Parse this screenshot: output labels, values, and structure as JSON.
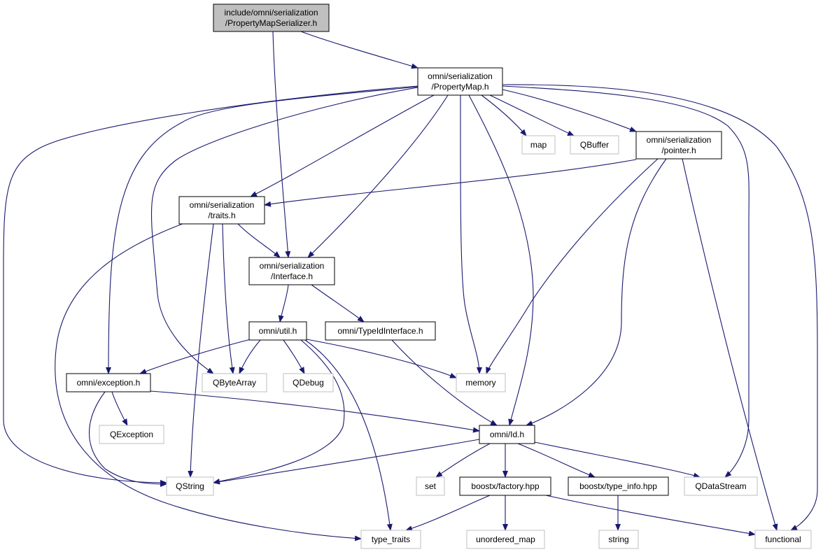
{
  "diagram": {
    "edge_color": "#191970",
    "external_border_color": "#bfbfbf",
    "root_fill": "#bfbfbf",
    "nodes": [
      {
        "id": "root",
        "lines": [
          "include/omni/serialization",
          "/PropertyMapSerializer.h"
        ],
        "kind": "root"
      },
      {
        "id": "pm",
        "lines": [
          "omni/serialization",
          "/PropertyMap.h"
        ],
        "kind": "doc"
      },
      {
        "id": "map",
        "lines": [
          "map"
        ],
        "kind": "sys"
      },
      {
        "id": "qbuffer",
        "lines": [
          "QBuffer"
        ],
        "kind": "sys"
      },
      {
        "id": "pointer",
        "lines": [
          "omni/serialization",
          "/pointer.h"
        ],
        "kind": "doc"
      },
      {
        "id": "traits",
        "lines": [
          "omni/serialization",
          "/traits.h"
        ],
        "kind": "doc"
      },
      {
        "id": "interface",
        "lines": [
          "omni/serialization",
          "/Interface.h"
        ],
        "kind": "doc"
      },
      {
        "id": "util",
        "lines": [
          "omni/util.h"
        ],
        "kind": "doc"
      },
      {
        "id": "typeid",
        "lines": [
          "omni/TypeIdInterface.h"
        ],
        "kind": "doc"
      },
      {
        "id": "exception",
        "lines": [
          "omni/exception.h"
        ],
        "kind": "doc"
      },
      {
        "id": "qbytearray",
        "lines": [
          "QByteArray"
        ],
        "kind": "sys"
      },
      {
        "id": "qdebug",
        "lines": [
          "QDebug"
        ],
        "kind": "sys"
      },
      {
        "id": "memory",
        "lines": [
          "memory"
        ],
        "kind": "sys"
      },
      {
        "id": "qexception",
        "lines": [
          "QException"
        ],
        "kind": "sys"
      },
      {
        "id": "idh",
        "lines": [
          "omni/Id.h"
        ],
        "kind": "doc"
      },
      {
        "id": "qstring",
        "lines": [
          "QString"
        ],
        "kind": "sys"
      },
      {
        "id": "set",
        "lines": [
          "set"
        ],
        "kind": "sys"
      },
      {
        "id": "factory",
        "lines": [
          "boostx/factory.hpp"
        ],
        "kind": "doc"
      },
      {
        "id": "typeinfo",
        "lines": [
          "boostx/type_info.hpp"
        ],
        "kind": "doc"
      },
      {
        "id": "qdatastream",
        "lines": [
          "QDataStream"
        ],
        "kind": "sys"
      },
      {
        "id": "type_traits",
        "lines": [
          "type_traits"
        ],
        "kind": "sys"
      },
      {
        "id": "unordered_map",
        "lines": [
          "unordered_map"
        ],
        "kind": "sys"
      },
      {
        "id": "string",
        "lines": [
          "string"
        ],
        "kind": "sys"
      },
      {
        "id": "functional",
        "lines": [
          "functional"
        ],
        "kind": "sys"
      }
    ],
    "edges": [
      {
        "from": "root",
        "to": "pm"
      },
      {
        "from": "root",
        "to": "interface"
      },
      {
        "from": "pm",
        "to": "qstring"
      },
      {
        "from": "pm",
        "to": "exception"
      },
      {
        "from": "pm",
        "to": "qbytearray"
      },
      {
        "from": "pm",
        "to": "traits"
      },
      {
        "from": "pm",
        "to": "interface"
      },
      {
        "from": "pm",
        "to": "memory"
      },
      {
        "from": "pm",
        "to": "idh"
      },
      {
        "from": "pm",
        "to": "map"
      },
      {
        "from": "pm",
        "to": "qbuffer"
      },
      {
        "from": "pm",
        "to": "pointer"
      },
      {
        "from": "pm",
        "to": "qdatastream"
      },
      {
        "from": "pm",
        "to": "functional"
      },
      {
        "from": "pointer",
        "to": "traits"
      },
      {
        "from": "pointer",
        "to": "memory"
      },
      {
        "from": "pointer",
        "to": "idh"
      },
      {
        "from": "pointer",
        "to": "functional"
      },
      {
        "from": "traits",
        "to": "interface"
      },
      {
        "from": "traits",
        "to": "qbytearray"
      },
      {
        "from": "traits",
        "to": "qstring"
      },
      {
        "from": "traits",
        "to": "type_traits"
      },
      {
        "from": "interface",
        "to": "util"
      },
      {
        "from": "interface",
        "to": "typeid"
      },
      {
        "from": "util",
        "to": "exception"
      },
      {
        "from": "util",
        "to": "qbytearray"
      },
      {
        "from": "util",
        "to": "qdebug"
      },
      {
        "from": "util",
        "to": "memory"
      },
      {
        "from": "util",
        "to": "qstring"
      },
      {
        "from": "util",
        "to": "type_traits"
      },
      {
        "from": "typeid",
        "to": "idh"
      },
      {
        "from": "exception",
        "to": "qexception"
      },
      {
        "from": "exception",
        "to": "qstring"
      },
      {
        "from": "exception",
        "to": "idh"
      },
      {
        "from": "idh",
        "to": "qstring"
      },
      {
        "from": "idh",
        "to": "set"
      },
      {
        "from": "idh",
        "to": "factory"
      },
      {
        "from": "idh",
        "to": "typeinfo"
      },
      {
        "from": "idh",
        "to": "qdatastream"
      },
      {
        "from": "factory",
        "to": "type_traits"
      },
      {
        "from": "factory",
        "to": "unordered_map"
      },
      {
        "from": "factory",
        "to": "functional"
      },
      {
        "from": "typeinfo",
        "to": "string"
      }
    ]
  }
}
